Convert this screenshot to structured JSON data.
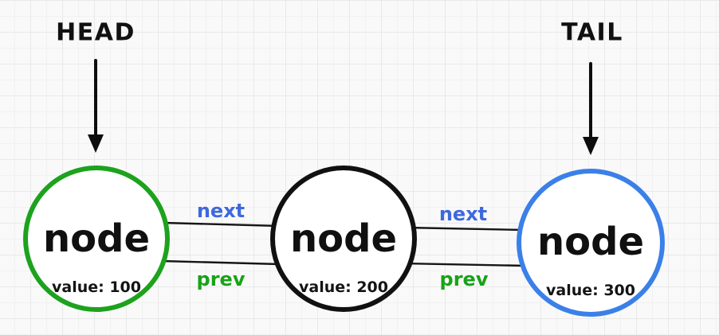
{
  "diagram": {
    "head_label": "HEAD",
    "tail_label": "TAIL",
    "nodes": [
      {
        "label": "node",
        "value": "value: 100",
        "border_color": "#1da21d"
      },
      {
        "label": "node",
        "value": "value: 200",
        "border_color": "#111111"
      },
      {
        "label": "node",
        "value": "value: 300",
        "border_color": "#3b80e8"
      }
    ],
    "links": [
      {
        "next": "next",
        "prev": "prev"
      },
      {
        "next": "next",
        "prev": "prev"
      }
    ],
    "colors": {
      "next_text": "#3e68de",
      "prev_text": "#17a317",
      "pointer_line": "#161616",
      "arrow": "#0d0d0d"
    }
  }
}
